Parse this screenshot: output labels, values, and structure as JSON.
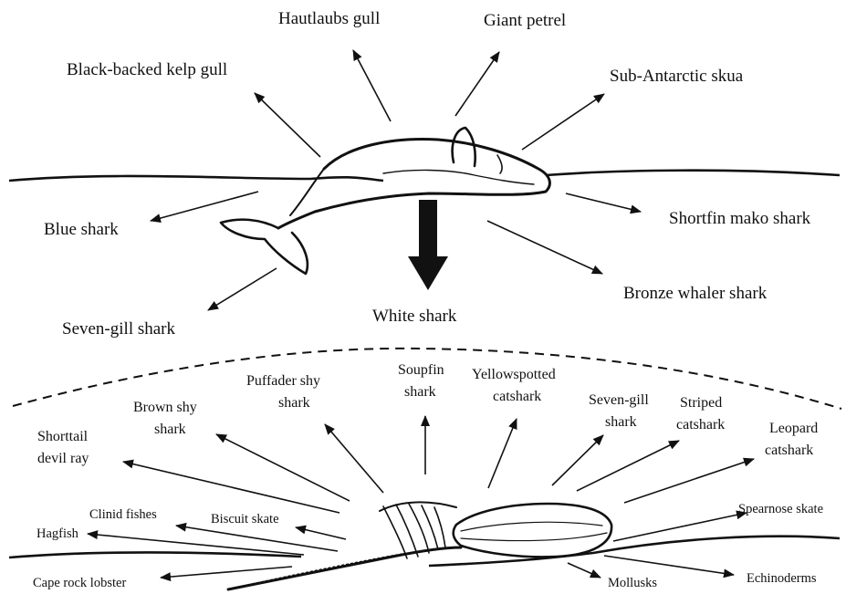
{
  "surface": {
    "center_label": "White shark",
    "scavengers": [
      {
        "id": "hautlaubs",
        "label": "Hautlaubs gull"
      },
      {
        "id": "giant-petrel",
        "label": "Giant petrel"
      },
      {
        "id": "kelp-gull",
        "label": "Black-backed kelp gull"
      },
      {
        "id": "skua",
        "label": "Sub-Antarctic skua"
      },
      {
        "id": "blue-shark",
        "label": "Blue shark"
      },
      {
        "id": "mako",
        "label": "Shortfin mako shark"
      },
      {
        "id": "bronze-whaler",
        "label": "Bronze whaler shark"
      },
      {
        "id": "sevengill-surface",
        "label": "Seven-gill shark"
      }
    ]
  },
  "seafloor": {
    "scavengers": [
      {
        "id": "shorttail-ray",
        "lines": [
          "Shorttail",
          "devil ray"
        ]
      },
      {
        "id": "brown-shy",
        "lines": [
          "Brown shy",
          "shark"
        ]
      },
      {
        "id": "puffader-shy",
        "lines": [
          "Puffader shy",
          "shark"
        ]
      },
      {
        "id": "soupfin",
        "lines": [
          "Soupfin",
          "shark"
        ]
      },
      {
        "id": "yellowspotted",
        "lines": [
          "Yellowspotted",
          "catshark"
        ]
      },
      {
        "id": "sevengill-floor",
        "lines": [
          "Seven-gill",
          "shark"
        ]
      },
      {
        "id": "striped-cat",
        "lines": [
          "Striped",
          "catshark"
        ]
      },
      {
        "id": "leopard-cat",
        "lines": [
          "Leopard",
          "catshark"
        ]
      },
      {
        "id": "clinid",
        "lines": [
          "Clinid fishes"
        ]
      },
      {
        "id": "biscuit",
        "lines": [
          "Biscuit skate"
        ]
      },
      {
        "id": "hagfish",
        "lines": [
          "Hagfish"
        ]
      },
      {
        "id": "spearnose",
        "lines": [
          "Spearnose skate"
        ]
      },
      {
        "id": "lobster",
        "lines": [
          "Cape rock lobster"
        ]
      },
      {
        "id": "mollusks",
        "lines": [
          "Mollusks"
        ]
      },
      {
        "id": "echinoderms",
        "lines": [
          "Echinoderms"
        ]
      }
    ]
  }
}
